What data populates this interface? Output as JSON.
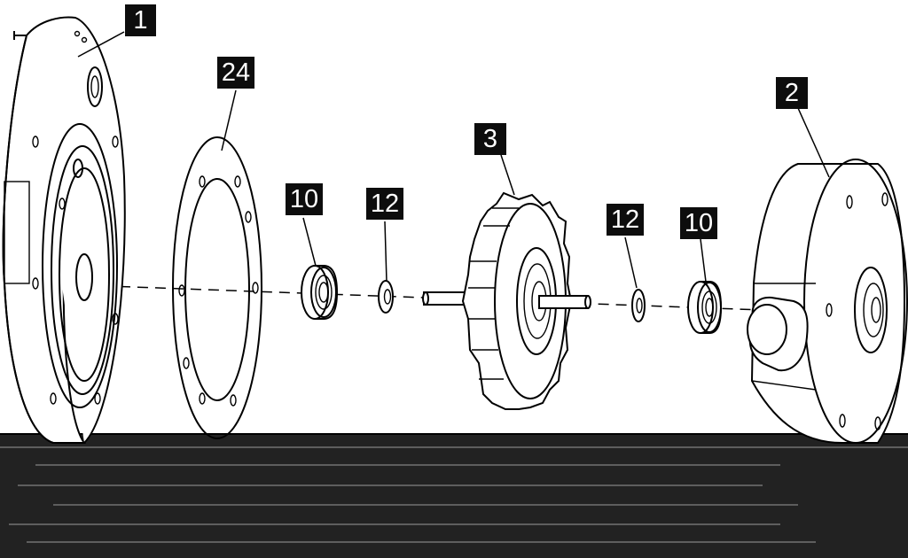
{
  "callouts": {
    "part1": "1",
    "part24": "24",
    "part10_left": "10",
    "part12_left": "12",
    "part3": "3",
    "part12_right": "12",
    "part10_right": "10",
    "part2": "2"
  },
  "colors": {
    "line": "#000000",
    "callout_bg": "#0d0d0d",
    "callout_text": "#ffffff",
    "background": "#ffffff",
    "floor_band": "#222222"
  }
}
